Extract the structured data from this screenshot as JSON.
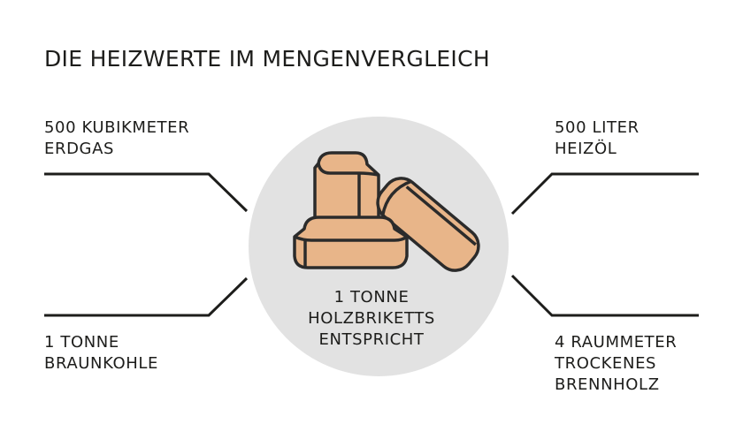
{
  "title": "DIE HEIZWERTE IM MENGENVERGLEICH",
  "top_left": [
    "500 KUBIKMETER",
    "ERDGAS"
  ],
  "bottom_left": [
    "1 TONNE",
    "BRAUNKOHLE"
  ],
  "top_right": [
    "500 LITER",
    "HEIZÖL"
  ],
  "bottom_right": [
    "4 RAUMMETER",
    "TROCKENES",
    "BRENNHOLZ"
  ],
  "center": [
    "1 TONNE",
    "HOLZBRIKETTS",
    "ENTSPRICHT"
  ],
  "colors": {
    "text": "#1d1d1b",
    "circle": "#e2e2e2",
    "briquette": "#e8b589",
    "briquette_outline": "#2b2b2b"
  },
  "icons": [
    "briquettes-icon"
  ]
}
